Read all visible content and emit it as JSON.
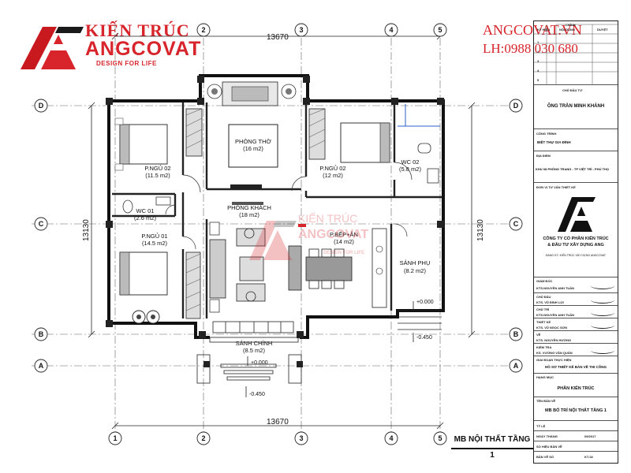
{
  "logo": {
    "line1": "KIẾN TRÚC",
    "line2": "ANGCOVAT",
    "tagline": "DESIGN FOR LIFE"
  },
  "brand": {
    "name": "ANGCOVAT.VN",
    "phone": "LH:0988 030 680"
  },
  "watermark": {
    "line1": "KIẾN TRÚC",
    "line2": "ANGCOVAT",
    "tagline": "DESIGN FOR LIFE"
  },
  "dimensions": {
    "top": "13670",
    "bottom": "13670",
    "left": "13130",
    "right": "13130"
  },
  "grid": {
    "columns": [
      "1",
      "2",
      "3",
      "4",
      "5"
    ],
    "rows": [
      "D",
      "C",
      "B",
      "A"
    ]
  },
  "rooms": [
    {
      "name": "PHÒNG THỜ",
      "area": "(16 m2)"
    },
    {
      "name": "P.NGỦ 02",
      "area": "(11.5 m2)"
    },
    {
      "name": "P.NGỦ 02",
      "area": "(12 m2)"
    },
    {
      "name": "WC 02",
      "area": "(5.8 m2)"
    },
    {
      "name": "WC 01",
      "area": "(2.6 m2)"
    },
    {
      "name": "PHÒNG KHÁCH",
      "area": "(18 m2)"
    },
    {
      "name": "P.NGỦ 01",
      "area": "(14.5 m2)"
    },
    {
      "name": "P.BẾP+ĂN",
      "area": "(14 m2)"
    },
    {
      "name": "SẢNH PHỤ",
      "area": "(8.2 m2)"
    },
    {
      "name": "SẢNH CHÍNH",
      "area": "(8.5 m2)"
    }
  ],
  "levels": {
    "side_entry": "+0.000",
    "side_ground": "-0.450",
    "main_entry": "+0.000",
    "main_ground": "-0.450"
  },
  "sheet_title": "MB NỘI THẤT TẦNG 1",
  "title_block": {
    "header": {
      "c1": "KÝ HIỆU",
      "c2": "NỘI DUNG",
      "c3": "DUYỆT",
      "c0": "CHỈNH",
      "rows": [
        "1",
        "2",
        "3",
        "4",
        "5"
      ]
    },
    "owner_label": "CHỦ ĐẦU TƯ",
    "owner": "ÔNG TRẦN MINH KHÁNH",
    "project_label": "CÔNG TRÌNH",
    "project": "BIỆT THỰ GIA ĐÌNH",
    "location_label": "ĐỊA ĐIỂM",
    "location": "KHU 08 PHÔNG TRANG - TP VIỆT TRÌ - PHÚ THỌ",
    "designer_label": "ĐƠN VỊ TƯ VẤN THIẾT KẾ",
    "company_line1": "CÔNG TY CỔ PHẦN KIẾN TRÚC",
    "company_line2": "& ĐẦU TƯ XÂY DỰNG ANG",
    "company_address": "ĐANG KÝ: KIẾN TRÚC XÂY DỰNG ANGCOVAT",
    "director_label": "GIÁM ĐỐC",
    "director": "KTS.NGUYỄN ANH TUẤN",
    "lead_label": "CHỦ ĐẦU",
    "lead": "KTS. VŨ ĐÌNH LỢI",
    "chief_label": "CHỦ TRÌ",
    "chief": "KTS.NGUYỄN ANH TUẤN",
    "design_label": "THIẾT KẾ",
    "design": "KTS. VŨ NGỌC SƠN",
    "draft_label": "VẼ",
    "draft": "KTS. NGUYỄN HƯƠNG",
    "check_label": "KIỂM TRA",
    "check": "KS. VƯƠNG VĂN QUÂN",
    "phase_label": "GIAI ĐOẠN THỰC HIỆN",
    "phase": "HỒ SƠ THIẾT KẾ BẢN VẼ THI CÔNG",
    "category_label": "HẠNG MỤC",
    "category": "PHẦN KIẾN TRÚC",
    "drawing_label": "TÊN BẢN VẼ",
    "drawing": "MB BỐ TRÍ NỘI THẤT TẦNG 1",
    "scale_label": "TỶ LỆ",
    "date_label": "NGÀY THÁNG",
    "date": "09/2017",
    "sheet_no_label": "SỐ HIỆU BẢN VẼ",
    "sheet_no_label2": "BẢN VẼ SỐ",
    "sheet_no": "KT-02"
  }
}
